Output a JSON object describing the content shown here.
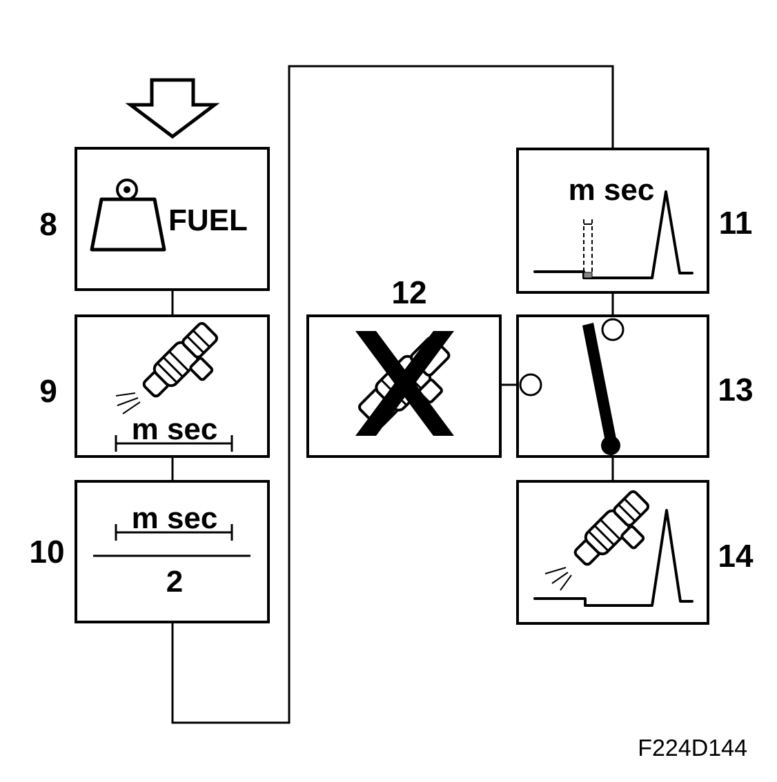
{
  "diagram": {
    "figure_code": "F224D144",
    "steps": [
      {
        "number": "8",
        "icon": "weight-icon",
        "label": "FUEL"
      },
      {
        "number": "9",
        "icon": "injector-icon",
        "label": "m sec"
      },
      {
        "number": "10",
        "icon": "fraction-icon",
        "label": "m sec",
        "divisor": "2"
      },
      {
        "number": "11",
        "icon": "pulse-waveform-icon",
        "label": "m sec"
      },
      {
        "number": "12",
        "icon": "crossed-injector-icon"
      },
      {
        "number": "13",
        "icon": "switch-icon"
      },
      {
        "number": "14",
        "icon": "injector-pulse-icon"
      }
    ]
  }
}
